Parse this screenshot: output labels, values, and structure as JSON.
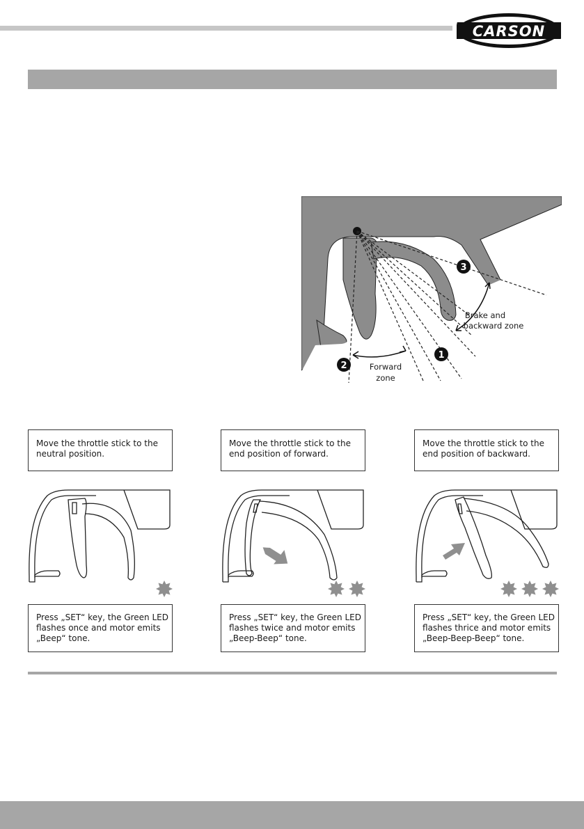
{
  "brand": {
    "logo_text": "CARSON"
  },
  "diagram": {
    "markers": [
      "1",
      "2",
      "3"
    ],
    "brake_label": [
      "Brake and",
      "backward zone"
    ],
    "forward_label": [
      "Forward",
      "zone"
    ]
  },
  "steps": [
    {
      "instruction": [
        "Move the throttle stick to the",
        "neutral position."
      ],
      "result": [
        "Press „SET“ key, the Green LED",
        "flashes once and motor emits",
        "„Beep“ tone."
      ],
      "led_flashes": 1
    },
    {
      "instruction": [
        "Move the throttle stick to the",
        "end position of forward."
      ],
      "result": [
        "Press „SET“ key, the Green LED",
        "flashes twice and motor emits",
        "„Beep-Beep“ tone."
      ],
      "led_flashes": 2
    },
    {
      "instruction": [
        "Move the throttle stick to the",
        "end position of backward."
      ],
      "result": [
        "Press „SET“ key, the Green LED",
        "flashes thrice and motor emits",
        "„Beep-Beep-Beep“ tone."
      ],
      "led_flashes": 3
    }
  ],
  "colors": {
    "panel_gray": "#8c8c8c",
    "bar_gray": "#a6a6a6",
    "led_gray": "#8f8f8f",
    "arrow_gray": "#8f8f8f"
  }
}
